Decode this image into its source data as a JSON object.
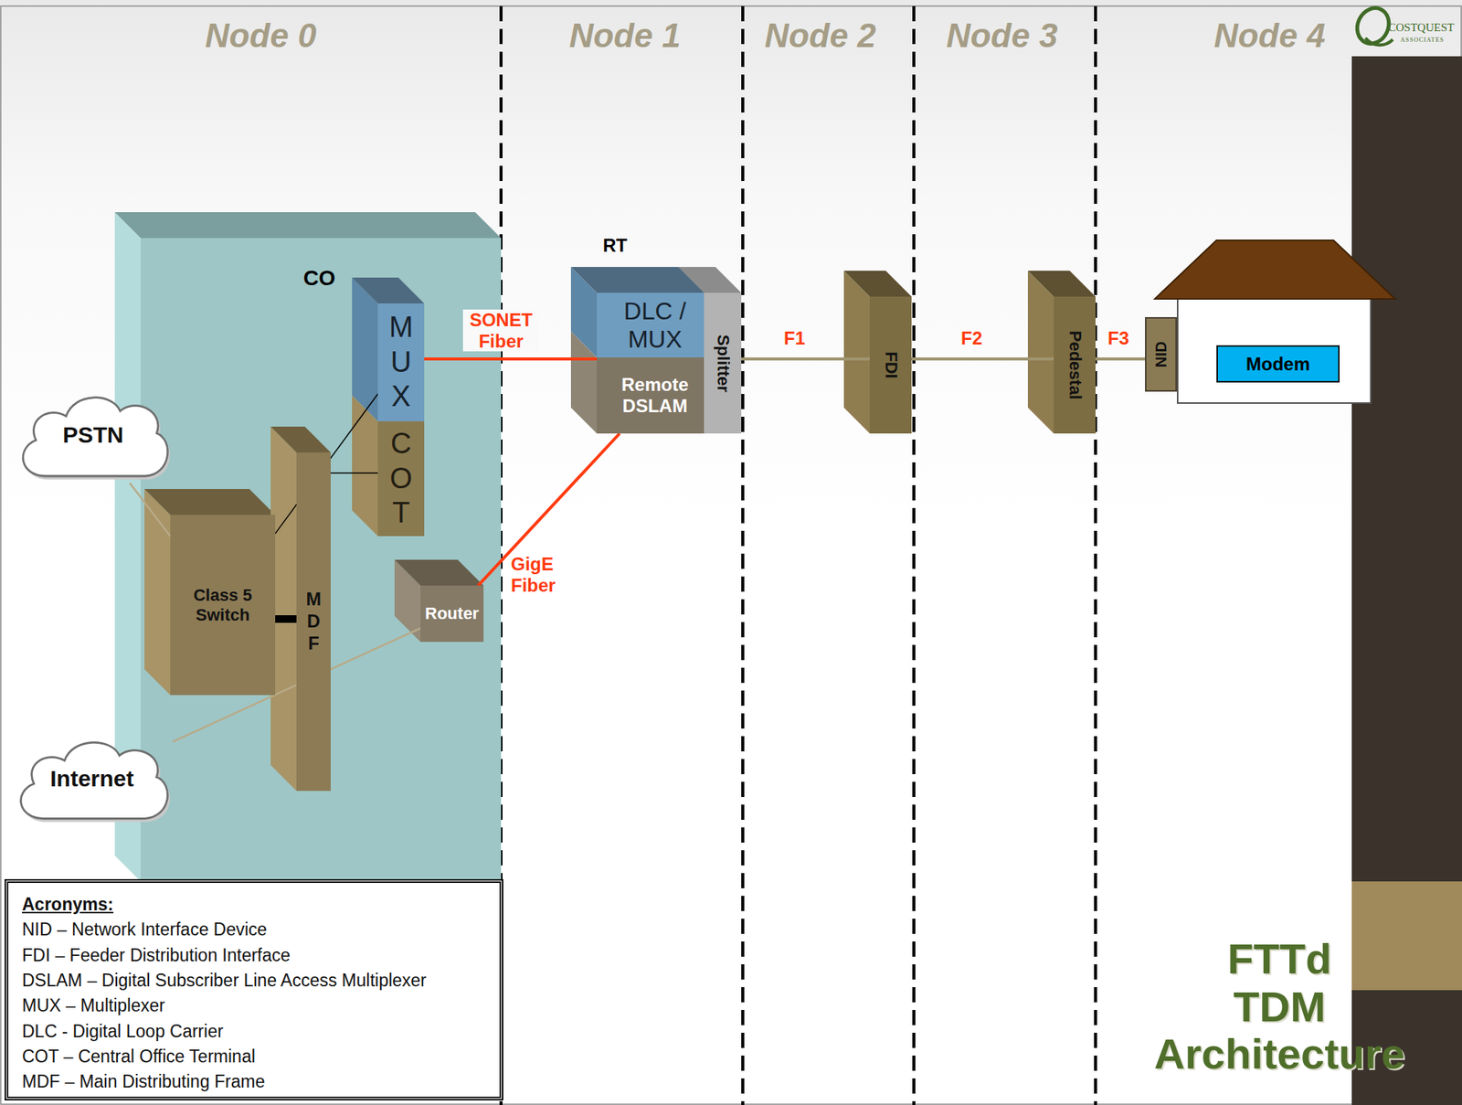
{
  "diagram": {
    "title": "FTTd TDM Architecture",
    "nodes": [
      {
        "text": [
          "CO"
        ]
      },
      {
        "text": [
          "PSTN"
        ]
      },
      {
        "text": [
          "Class 5 Switch"
        ],
        "in": 0
      },
      {
        "text": [
          "MDF"
        ],
        "in": 0
      },
      {
        "text": [
          "MUX"
        ],
        "in": 0
      },
      {
        "text": [
          "COT"
        ],
        "in": 0
      },
      {
        "text": [
          "Router"
        ],
        "in": 0
      },
      {
        "text": [
          "Internet"
        ]
      },
      {
        "text": [
          "RT"
        ]
      },
      {
        "text": [
          "DLC / MUX"
        ],
        "in": 8
      },
      {
        "text": [
          "Remote DSLAM"
        ],
        "in": 8
      },
      {
        "text": [
          "Splitter"
        ],
        "in": 8
      },
      {
        "text": [
          "FDI"
        ]
      },
      {
        "text": [
          "Pedestal"
        ]
      },
      {
        "text": [
          "NID"
        ]
      },
      {
        "text": [
          "Modem"
        ]
      },
      {
        "text": [
          "Acronyms:",
          "NID – Network Interface Device",
          "FDI – Feeder Distribution Interface",
          "DSLAM – Digital Subscriber Line Access Multiplexer",
          "MUX – Multiplexer",
          "DLC - Digital Loop Carrier",
          "COT – Central Office Terminal",
          "MDF – Main Distributing Frame"
        ]
      }
    ],
    "edges": [
      {
        "from": 1,
        "to": 2,
        "arrow": "none"
      },
      {
        "from": 2,
        "to": 3,
        "arrow": "none"
      },
      {
        "from": 2,
        "to": 4,
        "arrow": "none"
      },
      {
        "from": 3,
        "to": 5,
        "arrow": "none"
      },
      {
        "from": 4,
        "to": 9,
        "label": "SONET Fiber",
        "arrow": "none"
      },
      {
        "from": 6,
        "to": 10,
        "label": "GigE Fiber",
        "arrow": "none"
      },
      {
        "from": 7,
        "to": 6,
        "arrow": "none"
      },
      {
        "from": 11,
        "to": 12,
        "label": "F1",
        "arrow": "none"
      },
      {
        "from": 12,
        "to": 13,
        "label": "F2",
        "arrow": "none"
      },
      {
        "from": 13,
        "to": 14,
        "label": "F3",
        "arrow": "none"
      }
    ],
    "labels": [
      "Node 0",
      "Node 1",
      "Node 2",
      "Node 3",
      "Node 4",
      "COSTQUEST",
      "ASSOCIATES"
    ]
  }
}
